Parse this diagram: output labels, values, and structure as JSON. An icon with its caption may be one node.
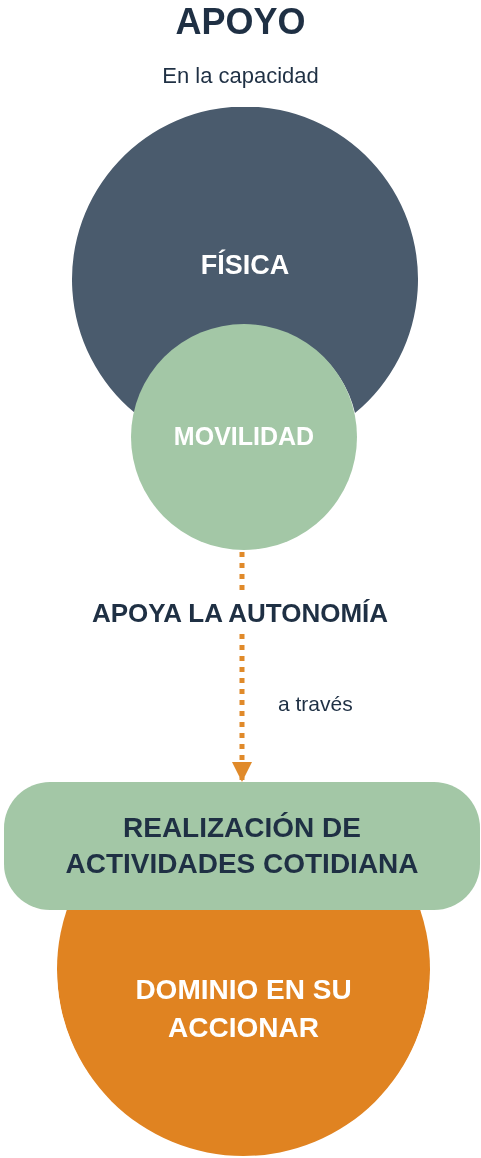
{
  "diagram": {
    "title": "APOYO",
    "nodes": [
      {
        "text": [
          "FÍSICA"
        ]
      },
      {
        "text": [
          "MOVILIDAD"
        ]
      },
      {
        "text": [
          "APOYA LA AUTONOMÍA"
        ]
      },
      {
        "text": [
          "REALIZACIÓN DE ACTIVIDADES COTIDIANA"
        ]
      },
      {
        "text": [
          "DOMINIO EN SU ACCIONAR"
        ]
      }
    ],
    "edges": [
      {
        "from": 1,
        "to": 2,
        "arrow": "none",
        "style": "dashed"
      },
      {
        "from": 2,
        "to": 3,
        "arrow": "to",
        "style": "dashed",
        "label": "a través"
      }
    ],
    "labels": [
      "En la capacidad"
    ]
  }
}
